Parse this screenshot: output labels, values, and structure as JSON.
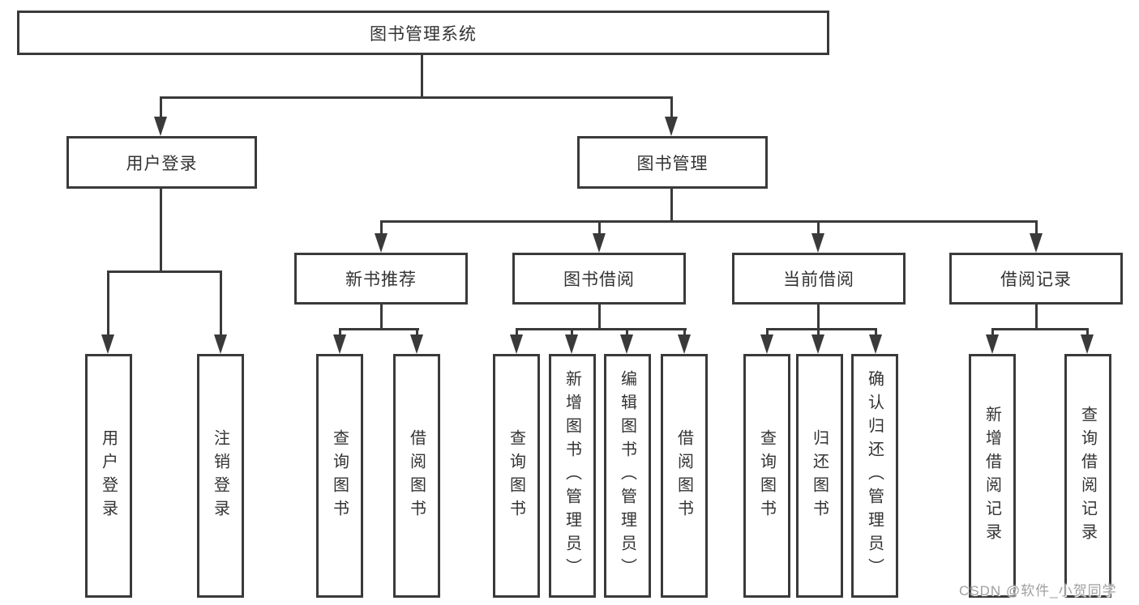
{
  "diagram": {
    "type": "hierarchy-tree",
    "colors": {
      "line": "#3a3a3a",
      "text": "#333333",
      "background": "#ffffff",
      "watermark": "#a0a0a0"
    },
    "watermark": "CSDN @软件_小贺同学"
  },
  "tree": {
    "label": "图书管理系统",
    "children": [
      {
        "label": "用户登录",
        "children": [
          {
            "label": "用户登录"
          },
          {
            "label": "注销登录"
          }
        ]
      },
      {
        "label": "图书管理",
        "children": [
          {
            "label": "新书推荐",
            "children": [
              {
                "label": "查询图书"
              },
              {
                "label": "借阅图书"
              }
            ]
          },
          {
            "label": "图书借阅",
            "children": [
              {
                "label": "查询图书"
              },
              {
                "label": "新增图书（管理员）"
              },
              {
                "label": "编辑图书（管理员）"
              },
              {
                "label": "借阅图书"
              }
            ]
          },
          {
            "label": "当前借阅",
            "children": [
              {
                "label": "查询图书"
              },
              {
                "label": "归还图书"
              },
              {
                "label": "确认归还（管理员）"
              }
            ]
          },
          {
            "label": "借阅记录",
            "children": [
              {
                "label": "新增借阅记录"
              },
              {
                "label": "查询借阅记录"
              }
            ]
          }
        ]
      }
    ]
  }
}
